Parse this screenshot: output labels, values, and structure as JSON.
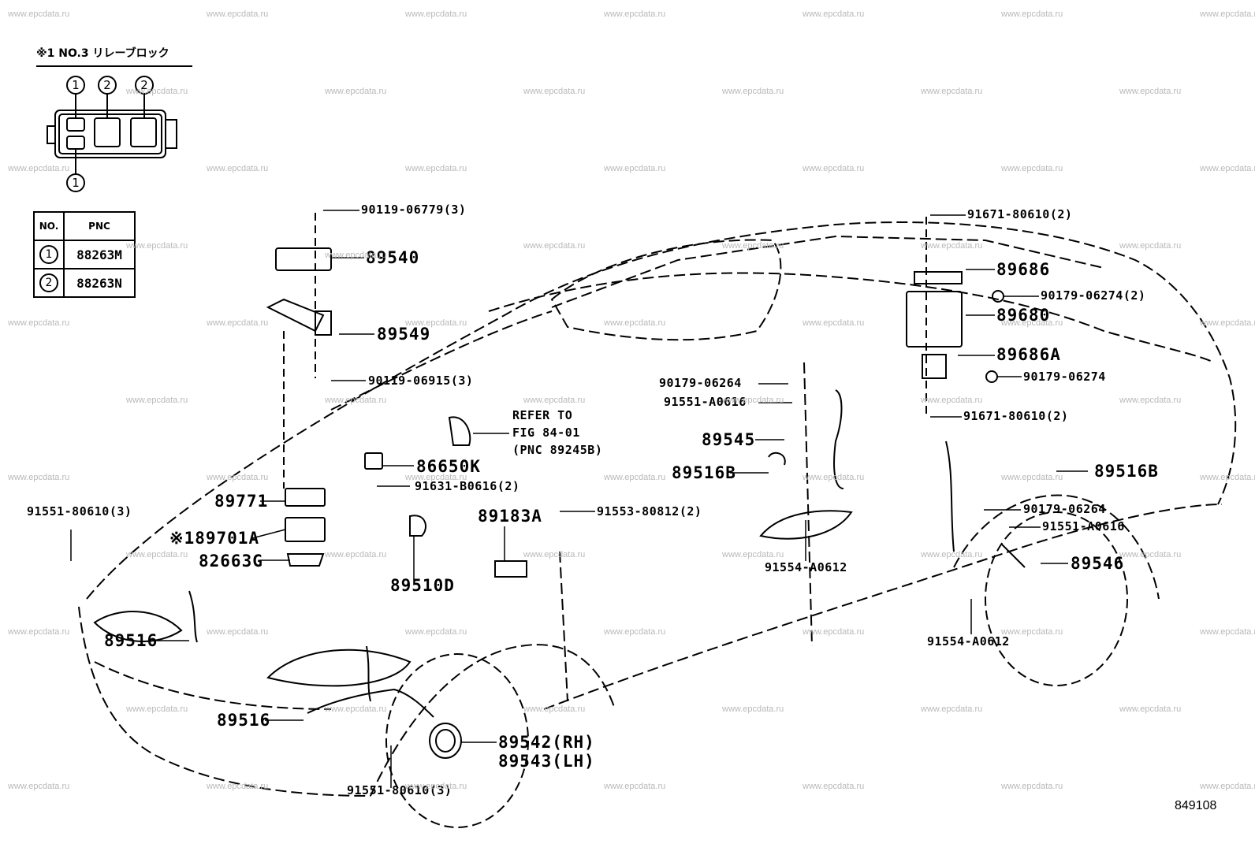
{
  "relay_block": {
    "title": "※1 NO.3 リレーブロック",
    "markers_top": [
      "1",
      "2",
      "2"
    ],
    "marker_bottom": "1"
  },
  "pnc_table": {
    "headers": [
      "NO.",
      "PNC"
    ],
    "rows": [
      {
        "no": "1",
        "pnc": "88263M"
      },
      {
        "no": "2",
        "pnc": "88263N"
      }
    ]
  },
  "parts": [
    {
      "id": "p90119-06779",
      "label": "90119-06779(3)"
    },
    {
      "id": "p89540",
      "label": "89540"
    },
    {
      "id": "p89549",
      "label": "89549"
    },
    {
      "id": "p90119-06915",
      "label": "90119-06915(3)"
    },
    {
      "id": "p91671-80610-top",
      "label": "91671-80610(2)"
    },
    {
      "id": "p89686",
      "label": "89686"
    },
    {
      "id": "p90179-06274-2",
      "label": "90179-06274(2)"
    },
    {
      "id": "p89680",
      "label": "89680"
    },
    {
      "id": "p89686A",
      "label": "89686A"
    },
    {
      "id": "p90179-06274",
      "label": "90179-06274"
    },
    {
      "id": "p91671-80610-bot",
      "label": "91671-80610(2)"
    },
    {
      "id": "p90179-06264-mid",
      "label": "90179-06264"
    },
    {
      "id": "p91551-A0616-mid",
      "label": "91551-A0616"
    },
    {
      "id": "p89545",
      "label": "89545"
    },
    {
      "id": "p89516B-mid",
      "label": "89516B"
    },
    {
      "id": "p89516B-right",
      "label": "89516B"
    },
    {
      "id": "p90179-06264-right",
      "label": "90179-06264"
    },
    {
      "id": "p91551-A0616-right",
      "label": "91551-A0616"
    },
    {
      "id": "p89546",
      "label": "89546"
    },
    {
      "id": "p91554-A0612-mid",
      "label": "91554-A0612"
    },
    {
      "id": "p91554-A0612-right",
      "label": "91554-A0612"
    },
    {
      "id": "p-refer-1",
      "label": "REFER TO"
    },
    {
      "id": "p-refer-2",
      "label": "FIG 84-01"
    },
    {
      "id": "p-refer-3",
      "label": "(PNC 89245B)"
    },
    {
      "id": "p86650K",
      "label": "86650K"
    },
    {
      "id": "p91631-B0616",
      "label": "91631-B0616(2)"
    },
    {
      "id": "p89183A",
      "label": "89183A"
    },
    {
      "id": "p91553-80812",
      "label": "91553-80812(2)"
    },
    {
      "id": "p89510D",
      "label": "89510D"
    },
    {
      "id": "p89771",
      "label": "89771"
    },
    {
      "id": "p89701A",
      "label": "※189701A"
    },
    {
      "id": "p82663G",
      "label": "82663G"
    },
    {
      "id": "p91551-80610-top",
      "label": "91551-80610(3)"
    },
    {
      "id": "p89516-upper",
      "label": "89516"
    },
    {
      "id": "p89516-lower",
      "label": "89516"
    },
    {
      "id": "p89542",
      "label": "89542(RH)"
    },
    {
      "id": "p89543",
      "label": "89543(LH)"
    },
    {
      "id": "p91551-80610-bot",
      "label": "91551-80610(3)"
    }
  ],
  "watermark": "www.epcdata.ru",
  "figure_number": "849108"
}
